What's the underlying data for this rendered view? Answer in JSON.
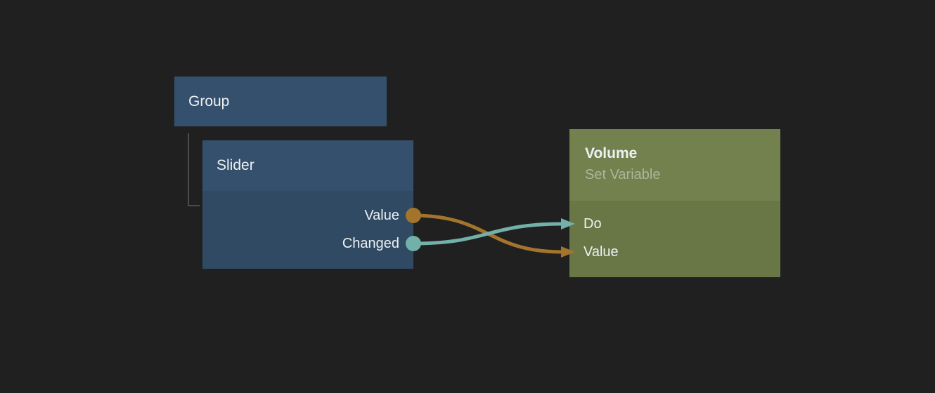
{
  "canvas": {
    "background": "#202021"
  },
  "palette": {
    "node_blue_header": "#35506c",
    "node_blue_body": "#304a63",
    "node_green_header": "#72814e",
    "node_green_body": "#697646",
    "text_primary": "#eef1f3",
    "text_subtitle": "#aeb69c",
    "wire_orange": "#a3752c",
    "wire_teal": "#72b0a9",
    "tree_line": "#4c4c4e"
  },
  "nodes": {
    "group": {
      "title": "Group"
    },
    "slider": {
      "title": "Slider",
      "outputs": [
        {
          "id": "slider-value",
          "label": "Value",
          "color": "#a3752c"
        },
        {
          "id": "slider-changed",
          "label": "Changed",
          "color": "#72b0a9"
        }
      ]
    },
    "volume": {
      "title": "Volume",
      "subtitle": "Set Variable",
      "inputs": [
        {
          "id": "volume-do",
          "label": "Do",
          "color": "#72b0a9"
        },
        {
          "id": "volume-value",
          "label": "Value",
          "color": "#a3752c"
        }
      ]
    }
  },
  "wires": [
    {
      "from": "slider-value",
      "to": "volume-value",
      "color": "#a3752c"
    },
    {
      "from": "slider-changed",
      "to": "volume-do",
      "color": "#72b0a9"
    }
  ]
}
